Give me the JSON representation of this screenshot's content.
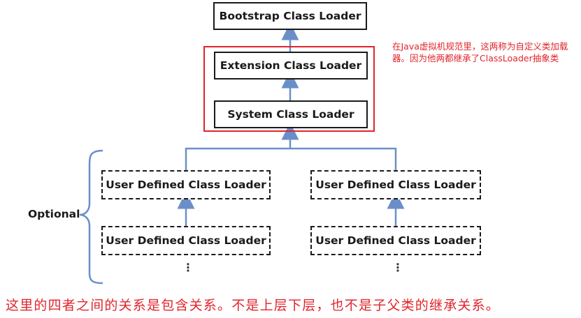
{
  "diagram": {
    "boxes": {
      "bootstrap": "Bootstrap Class Loader",
      "extension": "Extension Class Loader",
      "system": "System Class Loader",
      "user_left_top": "User Defined Class Loader",
      "user_left_bottom": "User Defined Class Loader",
      "user_right_top": "User Defined Class Loader",
      "user_right_bottom": "User Defined Class Loader"
    },
    "optional_label": "Optional",
    "ellipsis": "⋮",
    "note": "在Java虚拟机规范里，这两称为自定义类加载器。因为他两都继承了ClassLoader抽象类",
    "caption": "这里的四者之间的关系是包含关系。不是上层下层，也不是子父类的继承关系。"
  },
  "colors": {
    "arrow": "#6a8fc8",
    "brace": "#6a8fc8",
    "highlight": "#e0242b",
    "box_border": "#1a1a1a"
  }
}
